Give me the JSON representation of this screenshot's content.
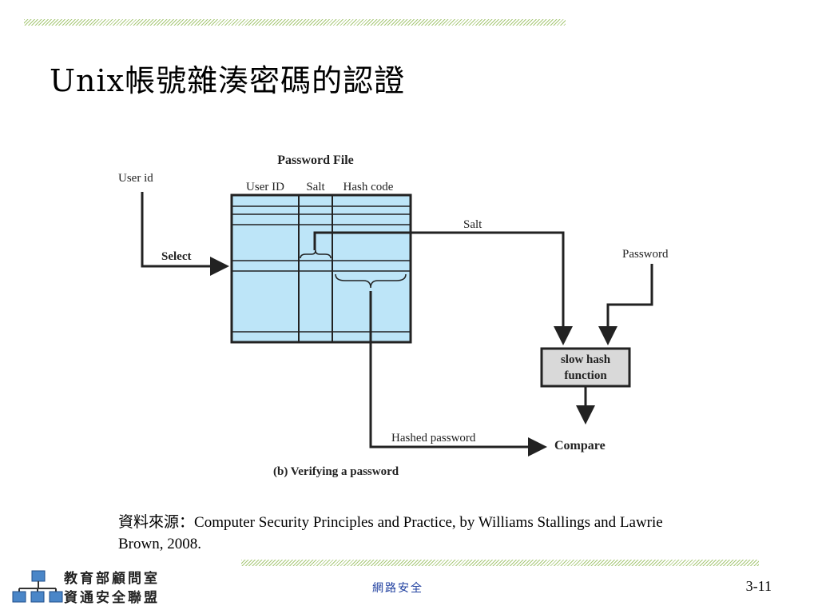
{
  "title": "Unix帳號雜湊密碼的認證",
  "diagram": {
    "file_title": "Password File",
    "columns": [
      "User ID",
      "Salt",
      "Hash code"
    ],
    "user_id_label": "User id",
    "select_label": "Select",
    "salt_label": "Salt",
    "password_label": "Password",
    "hash_function_line1": "slow hash",
    "hash_function_line2": "function",
    "hashed_password_label": "Hashed password",
    "compare_label": "Compare",
    "caption": "(b) Verifying a password"
  },
  "citation": {
    "prefix": "資料來源：",
    "text": "Computer Security Principles and Practice, by Williams Stallings and Lawrie Brown, 2008."
  },
  "footer": {
    "org_line1": "教育部顧問室",
    "org_line2": "資通安全聯盟",
    "course": "網路安全",
    "page": "3-11"
  },
  "colors": {
    "table_fill": "#bde5f8",
    "hash_box_fill": "#d9d9d9",
    "hatch": "#a8c878",
    "course_text": "#1f3f9f"
  }
}
